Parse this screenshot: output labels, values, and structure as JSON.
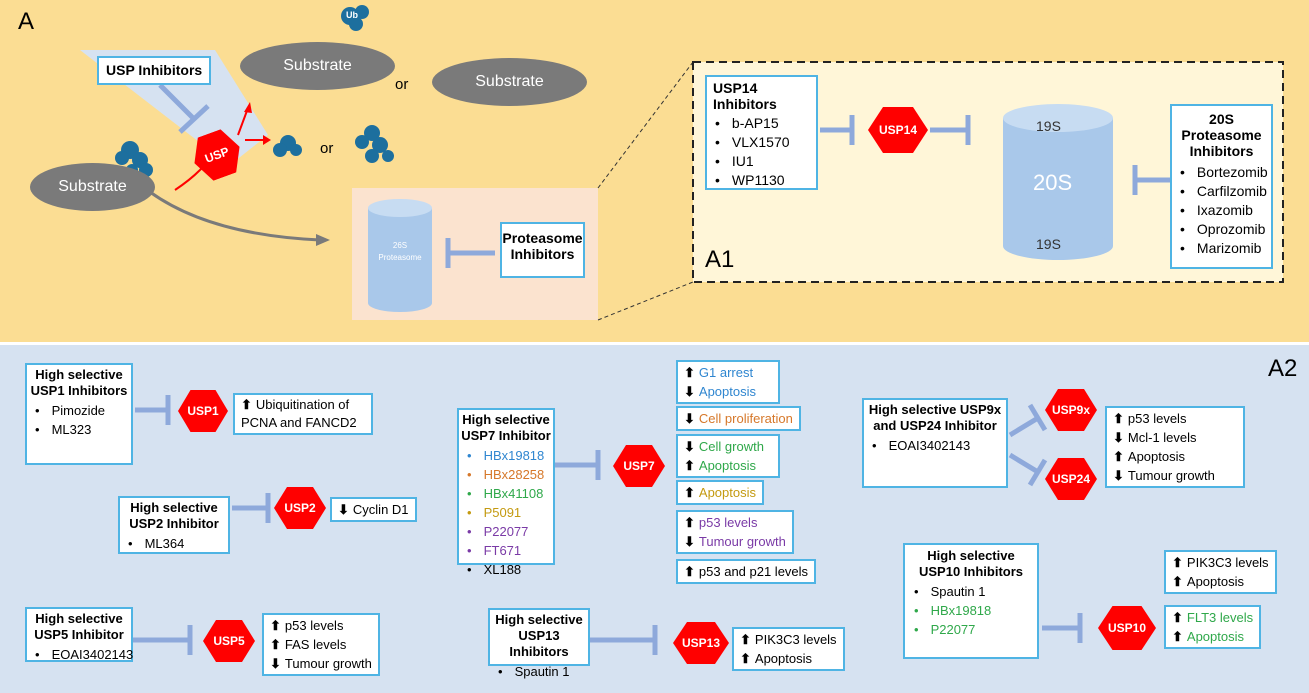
{
  "panel_a": {
    "label": "A",
    "usp_inhibitors": "USP Inhibitors",
    "substrate": "Substrate",
    "or": "or",
    "ub": "Ub",
    "usp": "USP",
    "proteasome_inhibitors": "Proteasome Inhibitors",
    "proteasome_26s": "26S",
    "proteasome_word": "Proteasome"
  },
  "panel_a1": {
    "label": "A1",
    "usp14_box_title": "USP14 Inhibitors",
    "usp14_items": [
      "b-AP15",
      "VLX1570",
      "IU1",
      "WP1130"
    ],
    "usp14": "USP14",
    "s19_top": "19S",
    "s20": "20S",
    "s19_bottom": "19S",
    "proteasome20s_title": "20S Proteasome Inhibitors",
    "proteasome20s_items": [
      "Bortezomib",
      "Carfilzomib",
      "Ixazomib",
      "Oprozomib",
      "Marizomib"
    ]
  },
  "panel_a2": {
    "label": "A2",
    "usp1": {
      "title": "High selective USP1 Inhibitors",
      "items": [
        "Pimozide",
        "ML323"
      ],
      "hex": "USP1",
      "effect": "Ubiquitination of PCNA and FANCD2"
    },
    "usp2": {
      "title": "High selective USP2 Inhibitor",
      "items": [
        "ML364"
      ],
      "hex": "USP2",
      "effect": "Cyclin D1"
    },
    "usp5": {
      "title": "High selective USP5 Inhibitor",
      "items": [
        "EOAI3402143"
      ],
      "hex": "USP5",
      "effects": [
        "p53 levels",
        "FAS levels",
        "Tumour growth"
      ]
    },
    "usp7": {
      "title": "High selective USP7 Inhibitor",
      "items": [
        "HBx19818",
        "HBx28258",
        "HBx41108",
        "P5091",
        "P22077",
        "FT671",
        "XL188"
      ],
      "hex": "USP7",
      "effects": [
        "G1 arrest",
        "Apoptosis",
        "Cell proliferation",
        "Cell growth",
        "Apoptosis",
        "Apoptosis",
        "p53 levels",
        "Tumour growth",
        "p53 and p21 levels"
      ]
    },
    "usp13": {
      "title": "High selective USP13 Inhibitors",
      "items": [
        "Spautin 1"
      ],
      "hex": "USP13",
      "effects": [
        "PIK3C3 levels",
        "Apoptosis"
      ]
    },
    "usp9x": {
      "title": "High selective USP9x and USP24 Inhibitor",
      "items": [
        "EOAI3402143"
      ],
      "hex1": "USP9x",
      "hex2": "USP24",
      "effects": [
        "p53 levels",
        "Mcl-1 levels",
        "Apoptosis",
        "Tumour growth"
      ]
    },
    "usp10": {
      "title": "High selective USP10 Inhibitors",
      "items": [
        "Spautin 1",
        "HBx19818",
        "P22077"
      ],
      "hex": "USP10",
      "effects": [
        "PIK3C3 levels",
        "Apoptosis",
        "FLT3 levels",
        "Apoptosis"
      ]
    }
  },
  "arrows": {
    "up": "⬆",
    "down": "⬇"
  },
  "colors": {
    "panel_a_bg": "#fbdd93",
    "panel_b_bg": "#d6e2f1",
    "hex_red": "#ff0000",
    "box_border": "#4fb4e4",
    "inhibitor_line": "#8ea9db"
  }
}
